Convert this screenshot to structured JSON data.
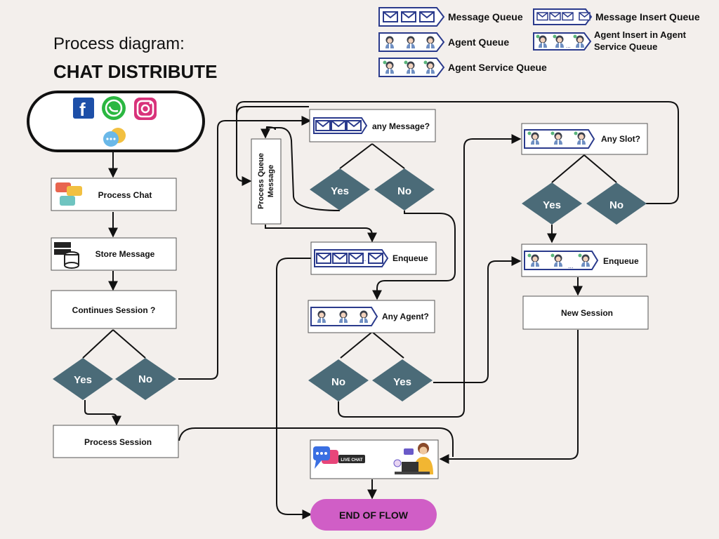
{
  "title": {
    "line1": "Process diagram:",
    "line2": "CHAT DISTRIBUTE"
  },
  "legend": {
    "message_queue": "Message Queue",
    "message_insert_queue": "Message Insert Queue",
    "agent_queue": "Agent Queue",
    "agent_insert_line1": "Agent Insert  in Agent",
    "agent_insert_line2": "Service Queue",
    "agent_service_queue": "Agent Service Queue"
  },
  "start": {
    "icons": [
      "facebook-icon",
      "whatsapp-icon",
      "instagram-icon",
      "chat-bubble-icon"
    ]
  },
  "nodes": {
    "process_chat": "Process Chat",
    "store_message": "Store Message",
    "continues_session": "Continues Session ?",
    "process_session": "Process Session",
    "any_message": "any Message?",
    "process_queue_message": "Process Queue Message",
    "enqueue_message": "Enqueue",
    "any_agent": "Any Agent?",
    "any_slot": "Any Slot?",
    "enqueue_agent": "Enqueue",
    "new_session": "New Session",
    "live_chat": "LIVE CHAT",
    "end_of_flow": "END OF FLOW"
  },
  "decisions": {
    "yes": "Yes",
    "no": "No"
  },
  "colors": {
    "background": "#f3efec",
    "diamond": "#4b6b78",
    "queue_stroke": "#2a3a8c",
    "end_pill": "#d05ec6",
    "agent_hair": "#3a3f4a",
    "agent_body": "#6f8fc2",
    "dot_green": "#58b47a"
  }
}
